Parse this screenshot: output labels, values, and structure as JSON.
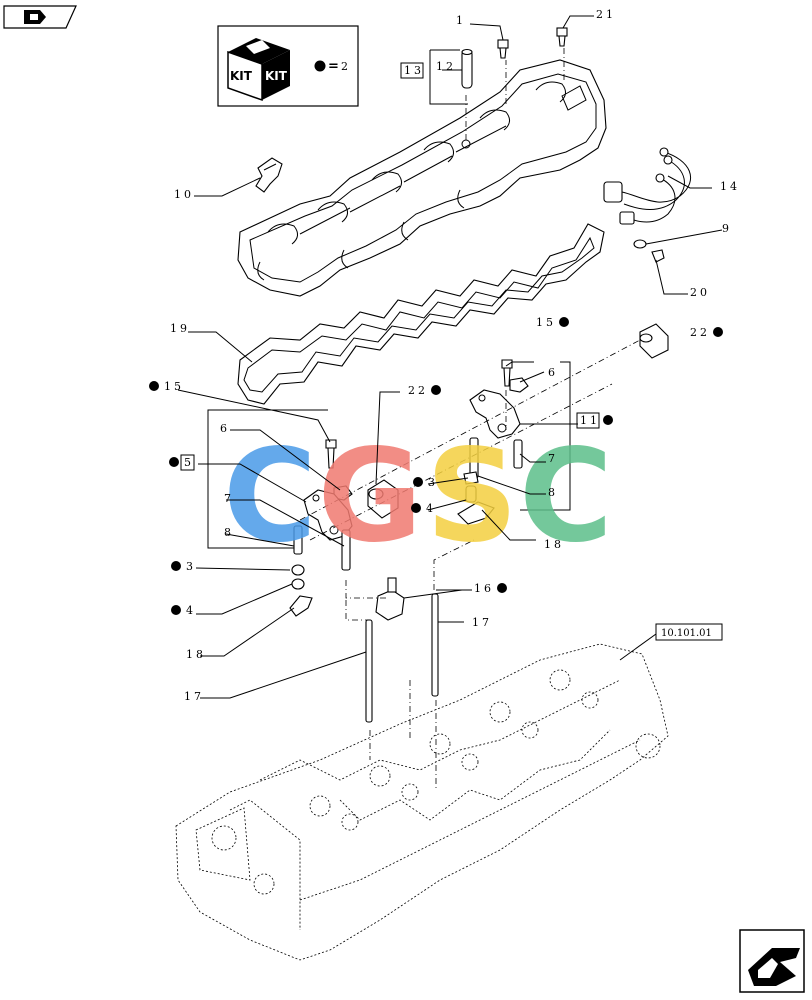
{
  "kit_box": {
    "word_1": "KIT",
    "word_2": "KIT",
    "equals_value": "2"
  },
  "reference_code": "10.101.01",
  "watermark": {
    "letters": [
      "C",
      "G",
      "S",
      "C"
    ],
    "colors": [
      "#4a9be8",
      "#f07a70",
      "#f4d040",
      "#5cbf8a"
    ]
  },
  "callouts": [
    {
      "id": "c1",
      "label": "1",
      "kit": false,
      "boxed": false
    },
    {
      "id": "c21",
      "label": "21",
      "kit": false,
      "boxed": false
    },
    {
      "id": "c12",
      "label": "12",
      "kit": false,
      "boxed": false
    },
    {
      "id": "c13",
      "label": "13",
      "kit": false,
      "boxed": true
    },
    {
      "id": "c10",
      "label": "10",
      "kit": false,
      "boxed": false
    },
    {
      "id": "c14",
      "label": "14",
      "kit": false,
      "boxed": false
    },
    {
      "id": "c9",
      "label": "9",
      "kit": false,
      "boxed": false
    },
    {
      "id": "c20",
      "label": "20",
      "kit": false,
      "boxed": false
    },
    {
      "id": "c19",
      "label": "19",
      "kit": false,
      "boxed": false
    },
    {
      "id": "c15a",
      "label": "15",
      "kit": true,
      "boxed": false
    },
    {
      "id": "c22a",
      "label": "22",
      "kit": true,
      "boxed": false
    },
    {
      "id": "c6a",
      "label": "6",
      "kit": false,
      "boxed": false
    },
    {
      "id": "c15b",
      "label": "15",
      "kit": true,
      "boxed": false
    },
    {
      "id": "c22b",
      "label": "22",
      "kit": true,
      "boxed": false
    },
    {
      "id": "c11",
      "label": "11",
      "kit": true,
      "boxed": true
    },
    {
      "id": "c6b",
      "label": "6",
      "kit": false,
      "boxed": false
    },
    {
      "id": "c5",
      "label": "5",
      "kit": true,
      "boxed": true
    },
    {
      "id": "c7a",
      "label": "7",
      "kit": false,
      "boxed": false
    },
    {
      "id": "c8a",
      "label": "8",
      "kit": false,
      "boxed": false
    },
    {
      "id": "c7b",
      "label": "7",
      "kit": false,
      "boxed": false
    },
    {
      "id": "c8b",
      "label": "8",
      "kit": false,
      "boxed": false
    },
    {
      "id": "c3a",
      "label": "3",
      "kit": true,
      "boxed": false
    },
    {
      "id": "c4a",
      "label": "4",
      "kit": true,
      "boxed": false
    },
    {
      "id": "c18a",
      "label": "18",
      "kit": false,
      "boxed": false
    },
    {
      "id": "c3b",
      "label": "3",
      "kit": true,
      "boxed": false
    },
    {
      "id": "c4b",
      "label": "4",
      "kit": true,
      "boxed": false
    },
    {
      "id": "c18b",
      "label": "18",
      "kit": false,
      "boxed": false
    },
    {
      "id": "c16",
      "label": "16",
      "kit": true,
      "boxed": false
    },
    {
      "id": "c17a",
      "label": "17",
      "kit": false,
      "boxed": false
    },
    {
      "id": "c17b",
      "label": "17",
      "kit": false,
      "boxed": false
    }
  ]
}
